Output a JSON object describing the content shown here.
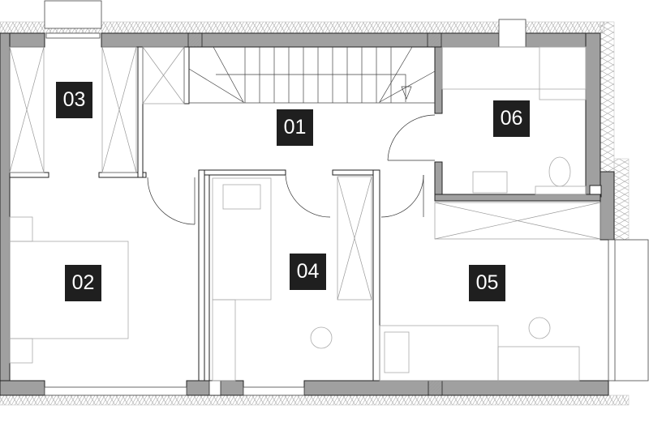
{
  "plan": {
    "rooms": [
      {
        "id": "01"
      },
      {
        "id": "02"
      },
      {
        "id": "03"
      },
      {
        "id": "04"
      },
      {
        "id": "05"
      },
      {
        "id": "06"
      }
    ]
  },
  "colors": {
    "wall": "#a0a0a0",
    "label_bg": "#1f1f1f",
    "line": "#222222"
  }
}
